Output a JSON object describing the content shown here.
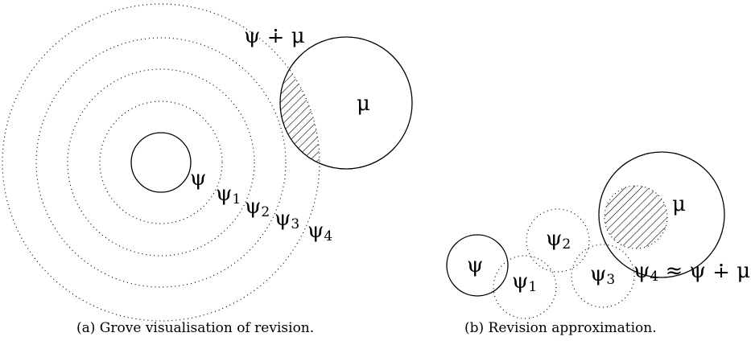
{
  "panel_a": {
    "labels": {
      "psi_dot_plus_mu": "ψ ∔ μ",
      "mu": "μ",
      "psi": "ψ",
      "psi1_base": "ψ",
      "psi1_sub": "1",
      "psi2_base": "ψ",
      "psi2_sub": "2",
      "psi3_base": "ψ",
      "psi3_sub": "3",
      "psi4_base": "ψ",
      "psi4_sub": "4"
    },
    "caption": "(a) Grove visualisation of revision."
  },
  "panel_b": {
    "labels": {
      "psi": "ψ",
      "psi1_base": "ψ",
      "psi1_sub": "1",
      "psi2_base": "ψ",
      "psi2_sub": "2",
      "psi3_base": "ψ",
      "psi3_sub": "3",
      "psi4_base": "ψ",
      "psi4_sub": "4",
      "approx_rest": " ≈ ψ ∔ μ",
      "mu": "μ"
    },
    "caption": "(b) Revision approximation."
  },
  "colors": {
    "stroke": "#000000",
    "background": "#ffffff"
  }
}
